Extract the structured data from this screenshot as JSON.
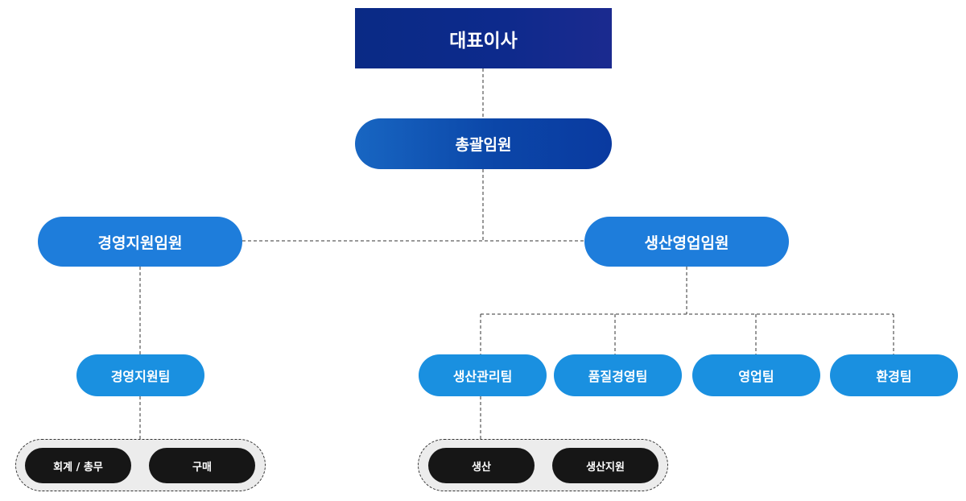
{
  "ceo": "대표이사",
  "general_exec": "총괄임원",
  "executives": {
    "management": "경영지원임원",
    "production": "생산영업임원"
  },
  "teams": {
    "management_support": "경영지원팀",
    "production_mgmt": "생산관리팀",
    "quality": "품질경영팀",
    "sales": "영업팀",
    "environment": "환경팀"
  },
  "units": {
    "accounting": "회계 / 총무",
    "purchasing": "구매",
    "production": "생산",
    "production_support": "생산지원"
  },
  "colors": {
    "ceo": "#0d2a8c",
    "general": "#0b46a8",
    "executive": "#1e7ddb",
    "team": "#1a90e0",
    "unit": "#161616",
    "group_bg": "#ececec",
    "connector": "#333333"
  }
}
